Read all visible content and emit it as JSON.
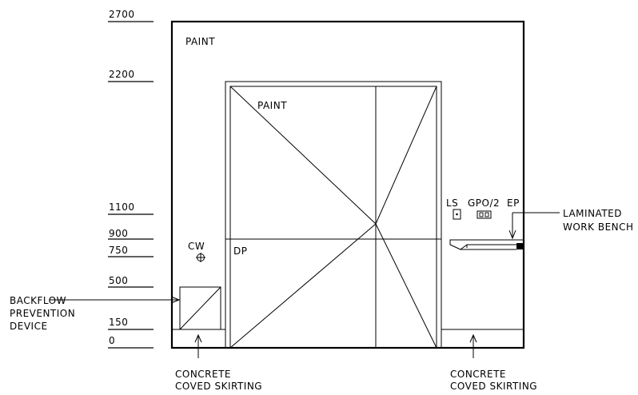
{
  "levels": [
    {
      "label": "2700"
    },
    {
      "label": "2200"
    },
    {
      "label": "1100"
    },
    {
      "label": "900"
    },
    {
      "label": "750"
    },
    {
      "label": "500"
    },
    {
      "label": "150"
    },
    {
      "label": "0"
    }
  ],
  "labels": {
    "paint_wall": "PAINT",
    "paint_door": "PAINT",
    "cw": "CW",
    "dp": "DP",
    "ls": "LS",
    "gpo": "GPO/2",
    "ep": "EP"
  },
  "callouts": {
    "backflow": [
      "BACKFLOW",
      "PREVENTION",
      "DEVICE"
    ],
    "bench": [
      "LAMINATED",
      "WORK BENCH"
    ],
    "skirting_left": [
      "CONCRETE",
      "COVED SKIRTING"
    ],
    "skirting_right": [
      "CONCRETE",
      "COVED SKIRTING"
    ]
  }
}
